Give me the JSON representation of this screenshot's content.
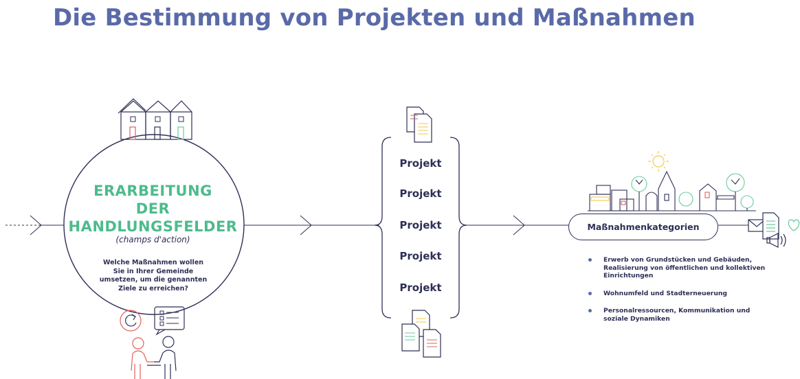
{
  "title": "Die Bestimmung von Projekten und Maßnahmen",
  "circle": {
    "heading_line1": "ERARBEITUNG",
    "heading_line2": "DER",
    "heading_line3": "HANDLUNGSFELDER",
    "subtitle": "(champs d'action)",
    "question_line1": "Welche Maßnahmen wollen",
    "question_line2": "Sie in Ihrer Gemeinde",
    "question_line3": "umsetzen, um die genannten",
    "question_line4": "Ziele zu erreichen?"
  },
  "projects": [
    "Projekt",
    "Projekt",
    "Projekt",
    "Projekt",
    "Projekt"
  ],
  "categories": {
    "label": "Maßnahmenkategorien",
    "items": [
      "Erwerb von Grundstücken und Gebäuden, Realisierung von öffentlichen und kollektiven Einrichtungen",
      "Wohnumfeld und Stadterneuerung",
      "Personalressourcen, Kommunikation und soziale Dynamiken"
    ]
  },
  "colors": {
    "title": "#5a6aa8",
    "heading": "#4dbb8c",
    "text": "#2d2f55",
    "accent_red": "#e0605a",
    "accent_green": "#6cc9a0",
    "accent_yellow": "#f2c94c"
  },
  "icons": [
    "houses-icon",
    "documents-icon",
    "town-skyline-icon",
    "sun-icon",
    "mail-icon",
    "megaphone-icon",
    "heart-icon",
    "refresh-icon",
    "checklist-icon",
    "meeting-people-icon"
  ]
}
